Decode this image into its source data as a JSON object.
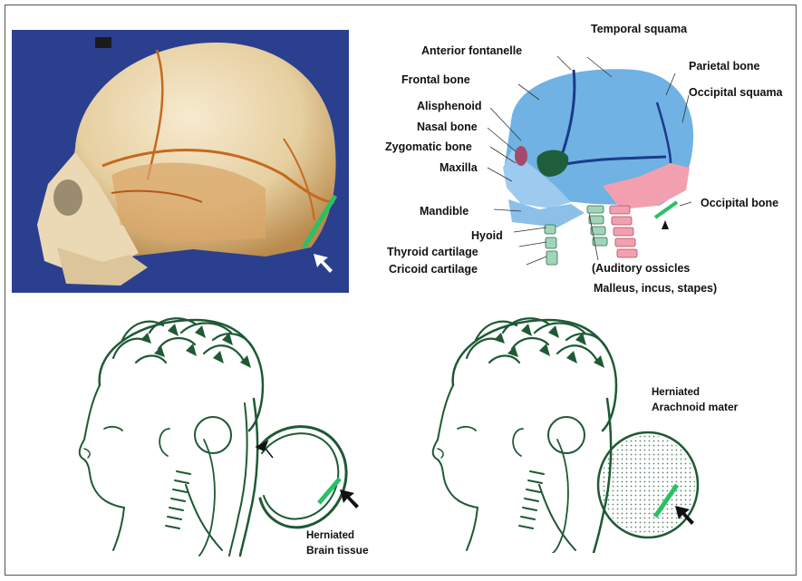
{
  "photo": {
    "background_color": "#2b3f8f",
    "skull_color": "#e8d3a8",
    "marker_color": "#27c166",
    "arrow_color": "#ffffff"
  },
  "skull_diagram": {
    "labels": {
      "temporal_squama": "Temporal squama",
      "anterior_fontanelle": "Anterior fontanelle",
      "parietal_bone": "Parietal bone",
      "frontal_bone": "Frontal bone",
      "occipital_squama": "Occipital squama",
      "alisphenoid": "Alisphenoid",
      "nasal_bone": "Nasal bone",
      "zygomatic_bone": "Zygomatic bone",
      "maxilla": "Maxilla",
      "occipital_bone": "Occipital bone",
      "mandible": "Mandible",
      "hyoid": "Hyoid",
      "thyroid_cartilage": "Thyroid cartilage",
      "cricoid_cartilage": "Cricoid cartilage",
      "auditory_ossicles_line1": "(Auditory ossicles",
      "auditory_ossicles_line2": "Malleus, incus, stapes)"
    },
    "colors": {
      "cranium": "#6fb2e3",
      "occipital": "#f2a0b0",
      "sutures": "#1b3a8a",
      "greater_wing": "#1f5e3a",
      "marker": "#27c166"
    }
  },
  "drawing_left": {
    "label_line1": "Herniated",
    "label_line2": "Brain tissue",
    "ink_color": "#1e5a34",
    "marker_color": "#27c166"
  },
  "drawing_right": {
    "label_line1": "Herniated",
    "label_line2": "Arachnoid mater",
    "ink_color": "#1e5a34",
    "marker_color": "#27c166"
  }
}
